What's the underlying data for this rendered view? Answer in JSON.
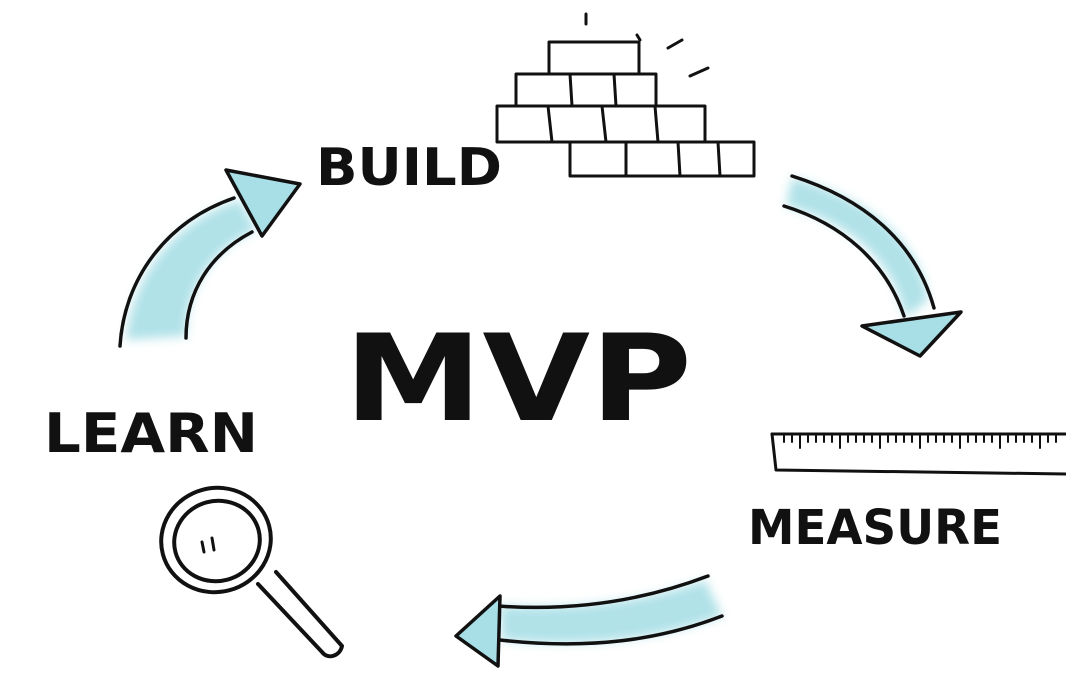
{
  "diagram": {
    "center_label": "MVP",
    "steps": [
      {
        "label": "BUILD",
        "icon": "brick-wall-icon"
      },
      {
        "label": "MEASURE",
        "icon": "ruler-icon"
      },
      {
        "label": "LEARN",
        "icon": "magnifying-glass-icon"
      }
    ]
  },
  "colors": {
    "ink": "#111111",
    "arrow_accent": "#a8dfe6",
    "background": "#ffffff"
  }
}
